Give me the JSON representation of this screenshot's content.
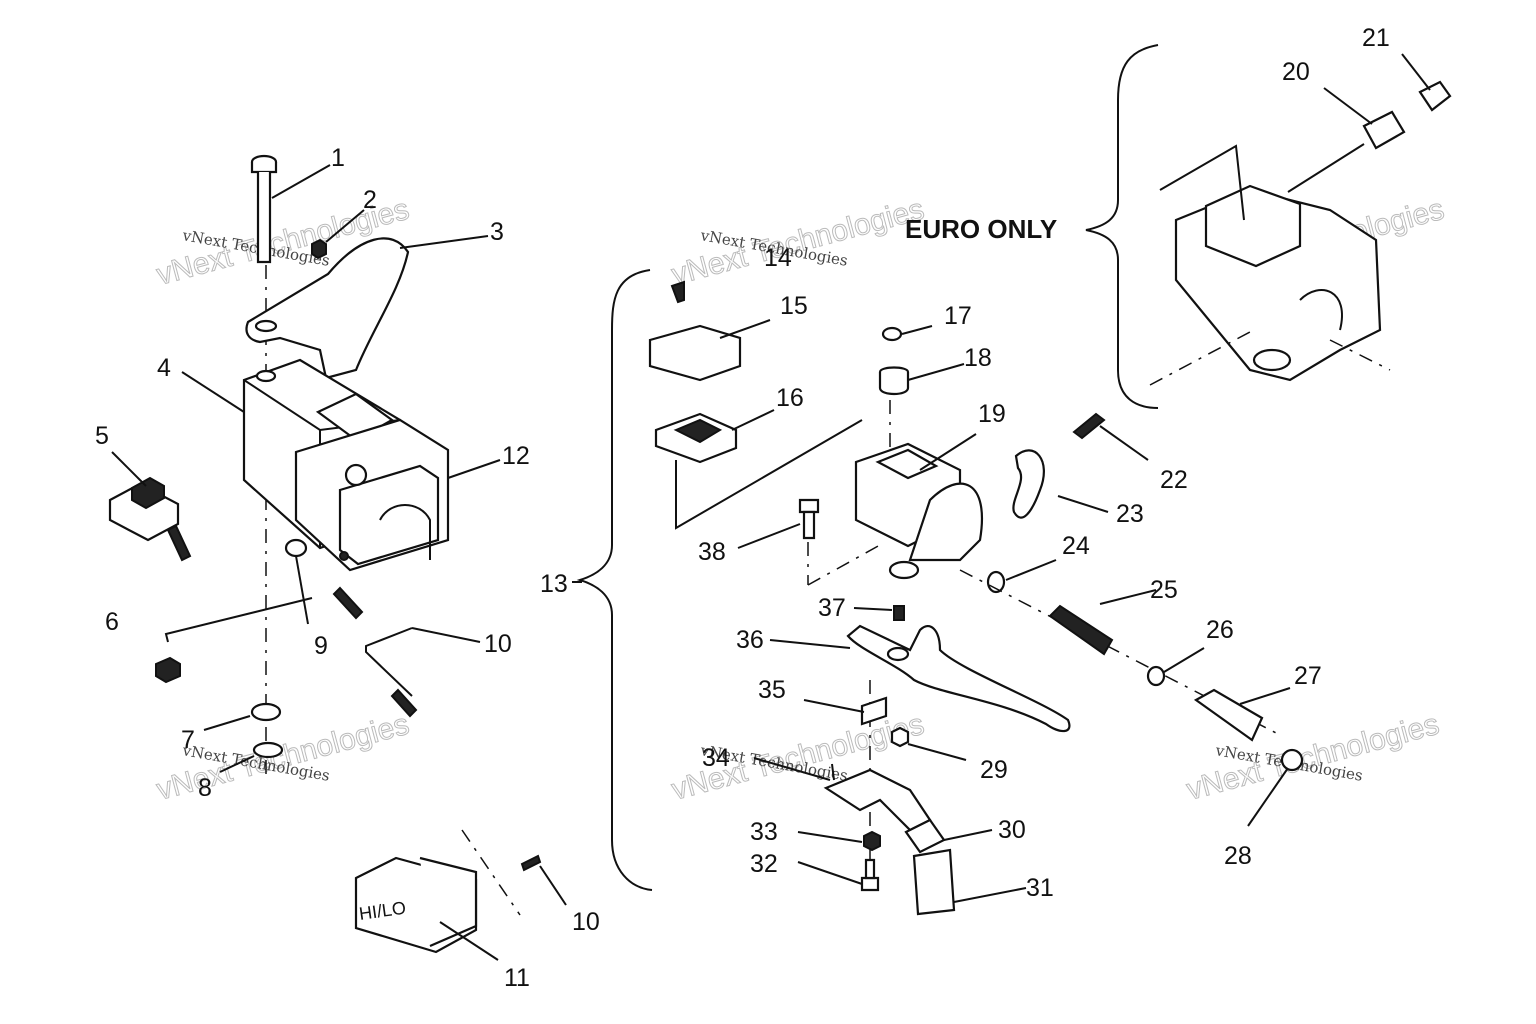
{
  "callouts": [
    {
      "id": "1",
      "text": "1"
    },
    {
      "id": "2",
      "text": "2"
    },
    {
      "id": "3",
      "text": "3"
    },
    {
      "id": "4",
      "text": "4"
    },
    {
      "id": "5",
      "text": "5"
    },
    {
      "id": "6",
      "text": "6"
    },
    {
      "id": "7",
      "text": "7"
    },
    {
      "id": "8",
      "text": "8"
    },
    {
      "id": "9",
      "text": "9"
    },
    {
      "id": "10a",
      "text": "10"
    },
    {
      "id": "10b",
      "text": "10"
    },
    {
      "id": "11",
      "text": "11"
    },
    {
      "id": "12",
      "text": "12"
    },
    {
      "id": "13",
      "text": "13"
    },
    {
      "id": "14",
      "text": "14"
    },
    {
      "id": "15",
      "text": "15"
    },
    {
      "id": "16",
      "text": "16"
    },
    {
      "id": "17",
      "text": "17"
    },
    {
      "id": "18",
      "text": "18"
    },
    {
      "id": "19",
      "text": "19"
    },
    {
      "id": "20",
      "text": "20"
    },
    {
      "id": "21",
      "text": "21"
    },
    {
      "id": "22",
      "text": "22"
    },
    {
      "id": "23",
      "text": "23"
    },
    {
      "id": "24",
      "text": "24"
    },
    {
      "id": "25",
      "text": "25"
    },
    {
      "id": "26",
      "text": "26"
    },
    {
      "id": "27",
      "text": "27"
    },
    {
      "id": "28",
      "text": "28"
    },
    {
      "id": "29",
      "text": "29"
    },
    {
      "id": "30",
      "text": "30"
    },
    {
      "id": "31",
      "text": "31"
    },
    {
      "id": "32",
      "text": "32"
    },
    {
      "id": "33",
      "text": "33"
    },
    {
      "id": "34",
      "text": "34"
    },
    {
      "id": "35",
      "text": "35"
    },
    {
      "id": "36",
      "text": "36"
    },
    {
      "id": "37",
      "text": "37"
    },
    {
      "id": "38",
      "text": "38"
    }
  ],
  "euro_label": "EURO ONLY",
  "switch_label": "HI/LO",
  "watermark": {
    "line1": "vNext Technologies",
    "line2": "vNext Technologies"
  }
}
